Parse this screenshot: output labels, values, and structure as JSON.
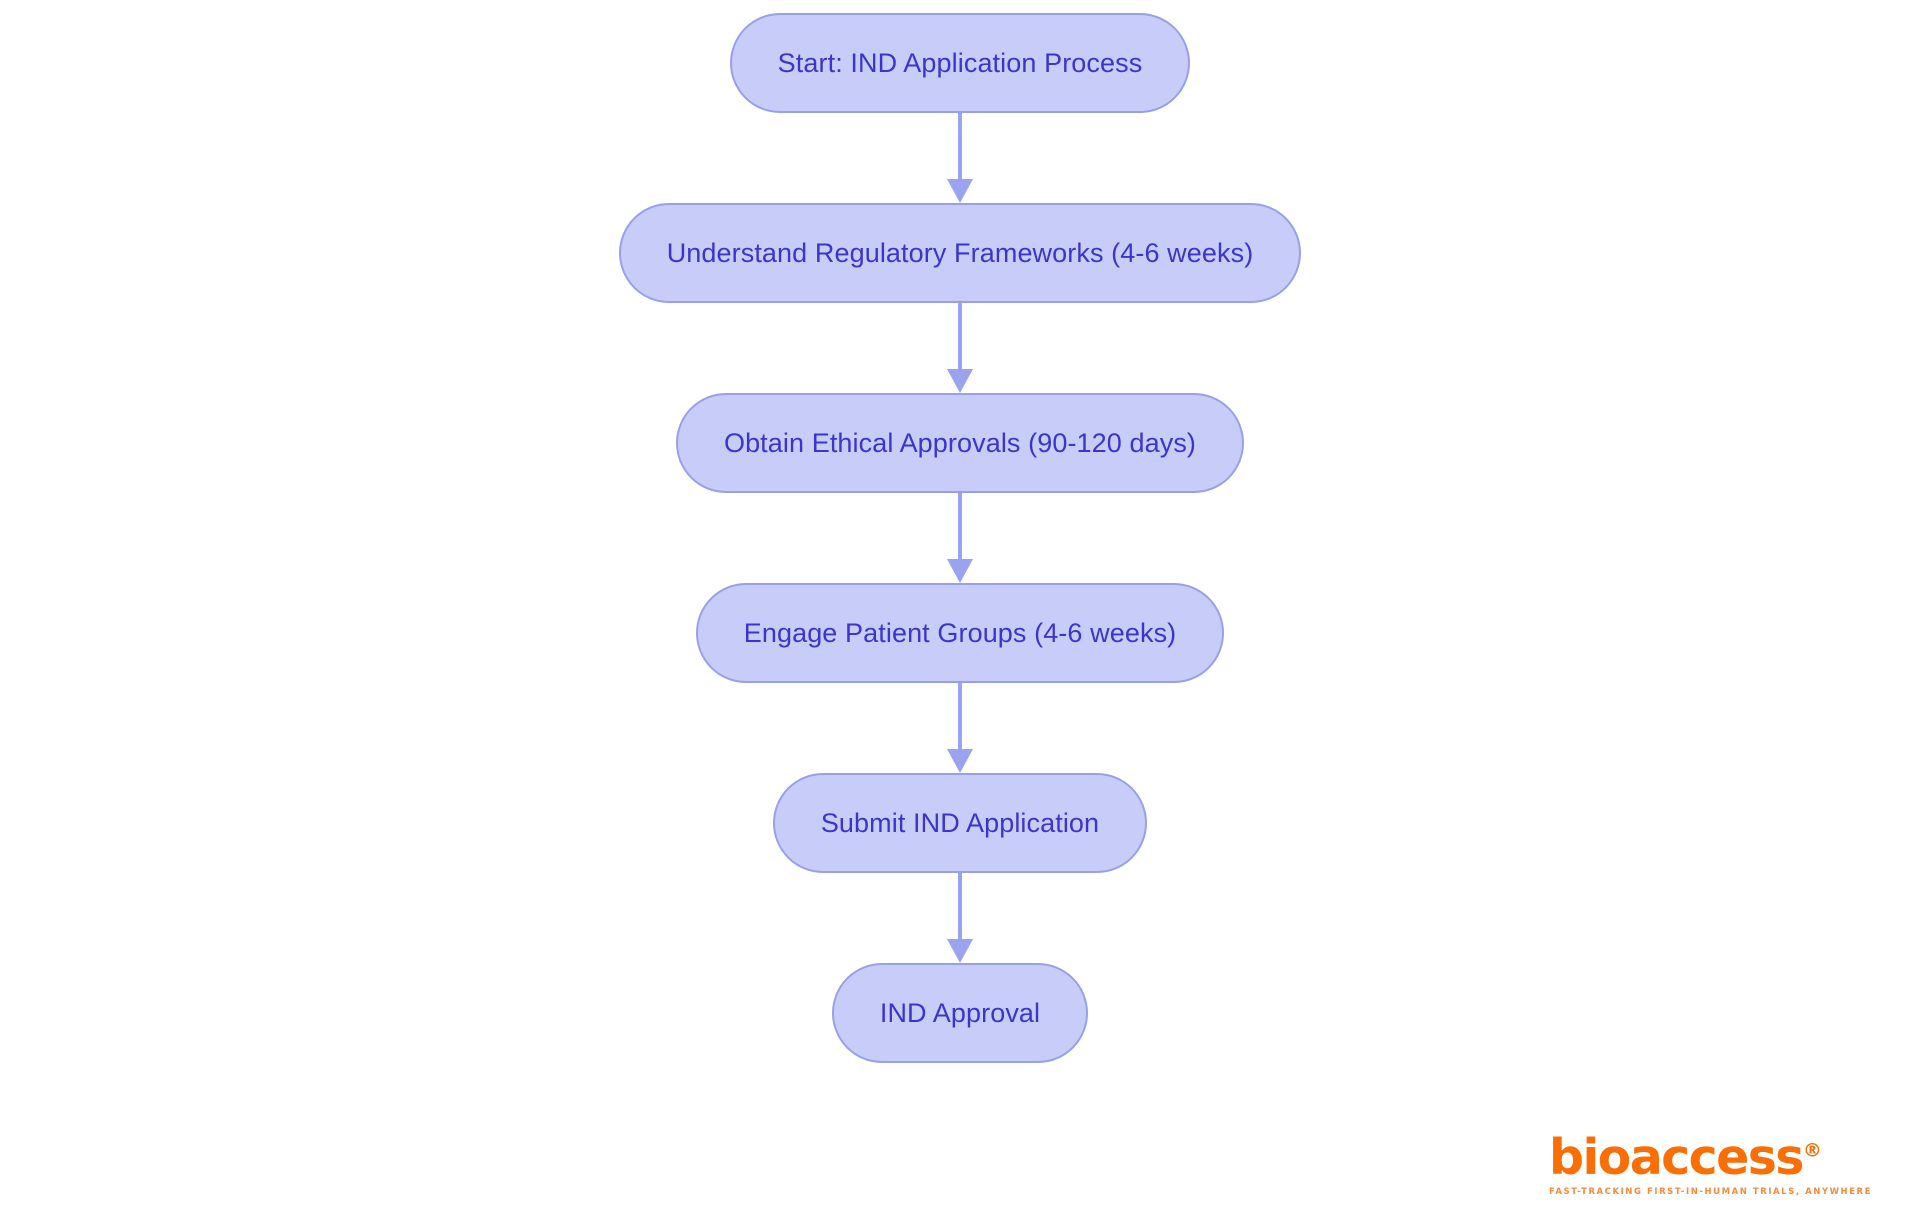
{
  "diagram": {
    "type": "flowchart",
    "orientation": "vertical",
    "background_color": "#ffffff",
    "node_fill_color": "#c8ccf8",
    "node_border_color": "#9aa0e8",
    "node_text_color": "#3b35cc",
    "connector_color": "#9ba3ee",
    "nodes": [
      {
        "id": "start",
        "label": "Start: IND Application Process"
      },
      {
        "id": "regulatory",
        "label": "Understand Regulatory Frameworks (4-6 weeks)"
      },
      {
        "id": "ethical",
        "label": "Obtain Ethical Approvals (90-120 days)"
      },
      {
        "id": "patient",
        "label": "Engage Patient Groups (4-6 weeks)"
      },
      {
        "id": "submit",
        "label": "Submit IND Application"
      },
      {
        "id": "approval",
        "label": "IND Approval"
      }
    ],
    "edges": [
      {
        "from": "start",
        "to": "regulatory"
      },
      {
        "from": "regulatory",
        "to": "ethical"
      },
      {
        "from": "ethical",
        "to": "patient"
      },
      {
        "from": "patient",
        "to": "submit"
      },
      {
        "from": "submit",
        "to": "approval"
      }
    ]
  },
  "logo": {
    "wordmark": "bioaccess",
    "registered_mark": "®",
    "tagline": "FAST-TRACKING FIRST-IN-HUMAN TRIALS, ANYWHERE",
    "color": "#fa6e06"
  }
}
